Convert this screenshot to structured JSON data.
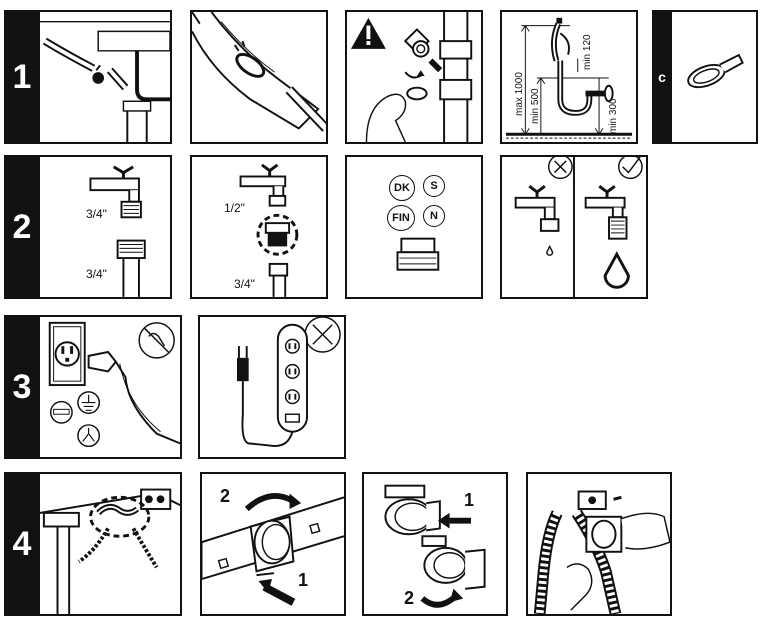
{
  "steps": {
    "s1": "1",
    "s2": "2",
    "s3": "3",
    "s4": "4",
    "c": "c"
  },
  "dimensions": {
    "max1000": "max 1000",
    "min500": "min 500",
    "min120": "min\n120",
    "min300": "min\n300"
  },
  "threads": {
    "a": "3/4\"",
    "b": "3/4\"",
    "c": "1/2\"",
    "d": "3/4\""
  },
  "countries": [
    "DK",
    "S",
    "FIN",
    "N"
  ],
  "clip_steps": {
    "p4b_1": "1",
    "p4b_2": "2",
    "p4c_1": "1",
    "p4c_2": "2"
  }
}
